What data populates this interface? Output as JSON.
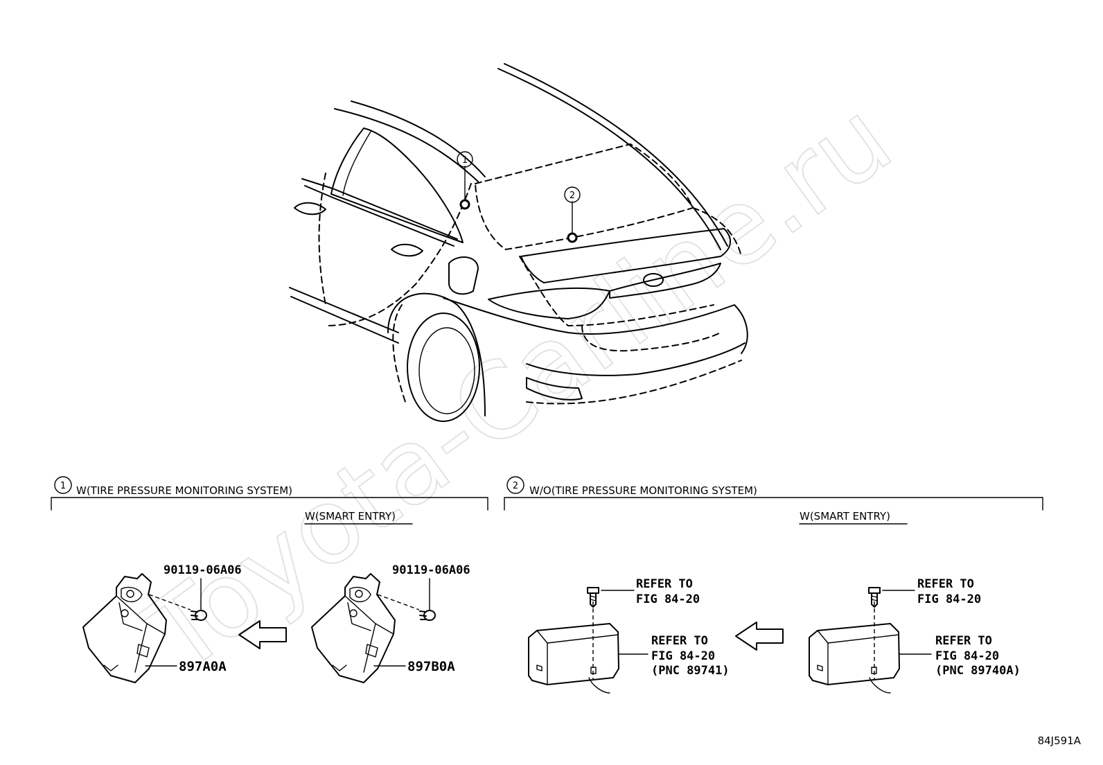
{
  "watermark": "Toyota-Carline.ru",
  "callouts": {
    "one": "1",
    "two": "2"
  },
  "sections": {
    "one": {
      "number": "1",
      "title": "W(TIRE PRESSURE MONITORING SYSTEM)",
      "sub": "W(SMART ENTRY)",
      "left": {
        "bolt": "90119-06A06",
        "part": "897A0A"
      },
      "right": {
        "bolt": "90119-06A06",
        "part": "897B0A"
      }
    },
    "two": {
      "number": "2",
      "title": "W/O(TIRE PRESSURE MONITORING SYSTEM)",
      "sub": "W(SMART ENTRY)",
      "left": {
        "bolt_ref_1": "REFER TO",
        "bolt_ref_2": "FIG 84-20",
        "unit_ref_1": "REFER TO",
        "unit_ref_2": "FIG 84-20",
        "unit_ref_3": "(PNC 89741)"
      },
      "right": {
        "bolt_ref_1": "REFER TO",
        "bolt_ref_2": "FIG 84-20",
        "unit_ref_1": "REFER TO",
        "unit_ref_2": "FIG 84-20",
        "unit_ref_3": "(PNC 89740A)"
      }
    }
  },
  "figure_code": "84J591A"
}
